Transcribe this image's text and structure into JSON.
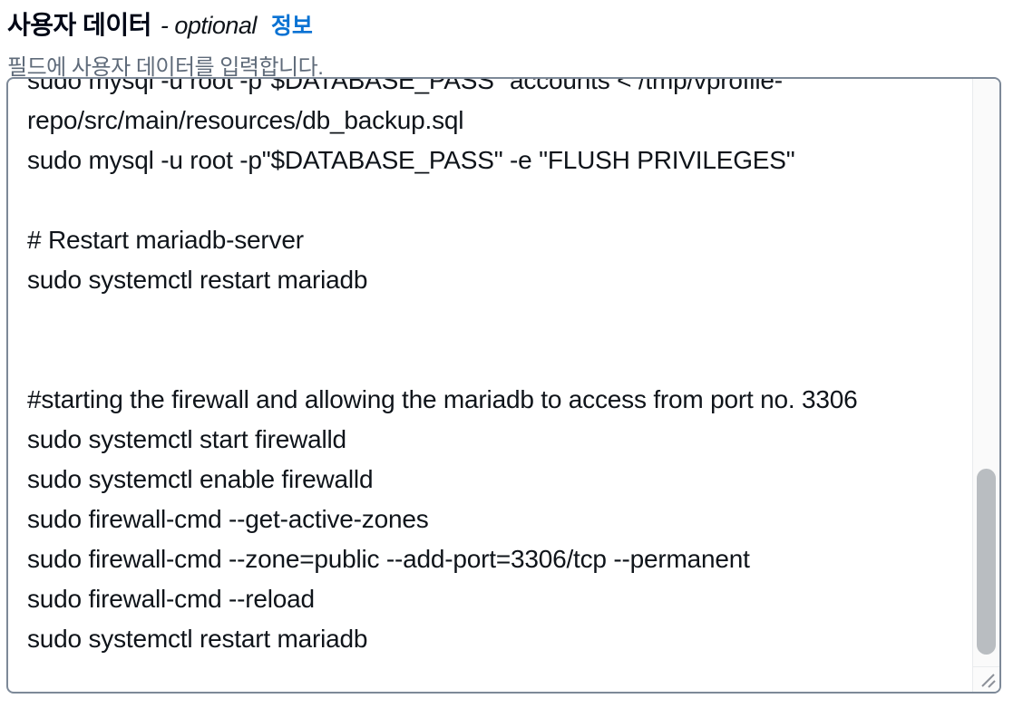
{
  "field": {
    "label": "사용자 데이터",
    "optional_suffix": "- optional",
    "info_link_label": "정보",
    "description": "필드에 사용자 데이터를 입력합니다.",
    "scroll_state": "scrolled-to-lower-content",
    "user_data_lines": [
      "sudo mysql -u root -p\"$DATABASE_PASS\" accounts < /tmp/vprofile-",
      "repo/src/main/resources/db_backup.sql",
      "sudo mysql -u root -p\"$DATABASE_PASS\" -e \"FLUSH PRIVILEGES\"",
      "",
      "# Restart mariadb-server",
      "sudo systemctl restart mariadb",
      "",
      "",
      "#starting the firewall and allowing the mariadb to access from port no. 3306",
      "sudo systemctl start firewalld",
      "sudo systemctl enable firewalld",
      "sudo firewall-cmd --get-active-zones",
      "sudo firewall-cmd --zone=public --add-port=3306/tcp --permanent",
      "sudo firewall-cmd --reload",
      "sudo systemctl restart mariadb"
    ]
  },
  "colors": {
    "info_link_blue": "#0972d3",
    "label_text": "#000716",
    "description_gray": "#5f6b7a",
    "textarea_border": "#7d8998",
    "code_text": "#0f141a",
    "scrollbar_thumb": "#b9bdc1",
    "scrollbar_track": "#fafafa"
  }
}
